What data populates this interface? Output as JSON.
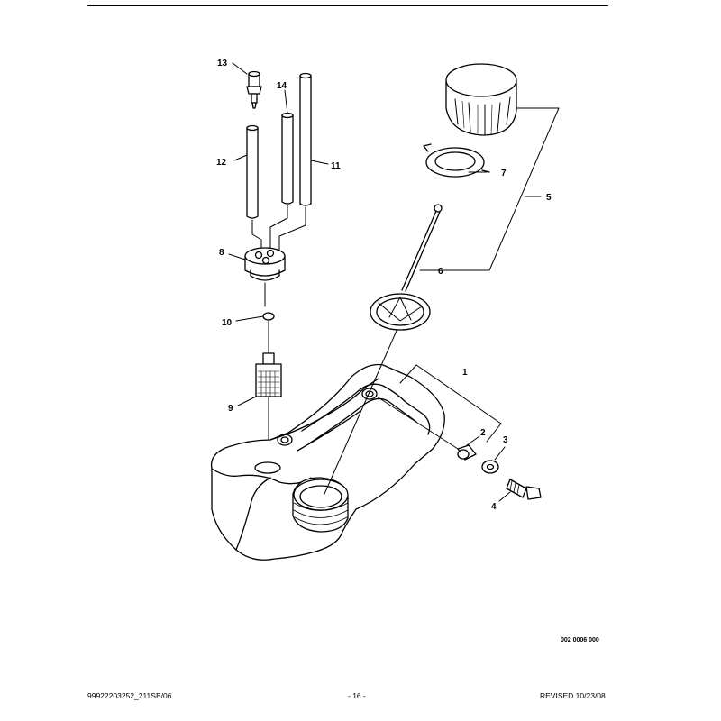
{
  "callouts": {
    "c1": "1",
    "c2": "2",
    "c3": "3",
    "c4": "4",
    "c5": "5",
    "c6": "6",
    "c7": "7",
    "c8": "8",
    "c9": "9",
    "c10": "10",
    "c11": "11",
    "c12": "12",
    "c13": "13",
    "c14": "14"
  },
  "figure_code": "002 0006 000",
  "footer": {
    "left": "99922203252_211SB/06",
    "center": "- 16 -",
    "right": "REVISED 10/23/08"
  }
}
